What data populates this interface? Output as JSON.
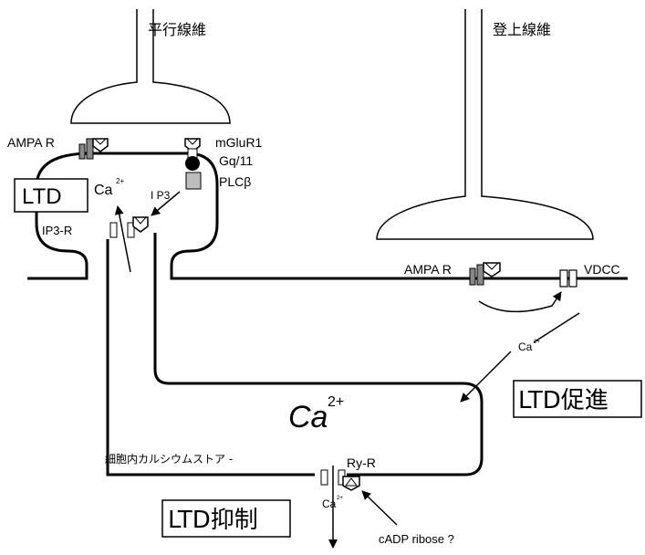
{
  "labels": {
    "parallel_fiber": "平行線維",
    "climbing_fiber": "登上線維",
    "ampa_r_left": "AMPA R",
    "mglur1": "mGluR1",
    "gq11": "Gq/11",
    "plc": "PLCβ",
    "ltd_box": "LTD",
    "ca_spine": "Ca",
    "ca_spine_sup": "2+",
    "ip3": "I P3",
    "ip3_r": "IP3-R",
    "ampa_r_right": "AMPA R",
    "vdcc": "VDCC",
    "ca_influx": "Ca",
    "ca_influx_sup": "2+",
    "ltd_promote": "LTD促進",
    "ca_main": "Ca",
    "ca_main_sup": "2+",
    "store": "細胞内カルシウムストア -",
    "ry_r": "Ry-R",
    "ca_release": "Ca",
    "ca_release_sup": "2+",
    "ltd_inhibit": "LTD抑制",
    "cadp_ribose": "cADP ribose ?"
  },
  "colors": {
    "line": "#000000",
    "receptor_fill": "#bdbdbd",
    "background": "#ffffff"
  }
}
